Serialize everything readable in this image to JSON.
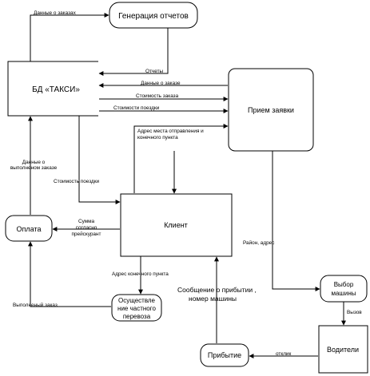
{
  "nodes": {
    "report_generation": "Генерация отчетов",
    "taxi_db": "БД «ТАКСИ»",
    "order_intake": "Прием заявки",
    "client": "Клиент",
    "payment": "Оплата",
    "private_transport_line1": "Осуществле",
    "private_transport_line2": "ние частного",
    "private_transport_line3": "перевоза",
    "car_selection_line1": "Выбор",
    "car_selection_line2": "машины",
    "drivers": "Водители",
    "arrival": "Прибытие"
  },
  "flows": {
    "order_data_top": "Данные о заказах",
    "reports": "Отчеты",
    "order_data": "Данные о заказе",
    "order_cost": "Стоимость заказа",
    "trip_cost_1": "Стоимости поездки",
    "addresses_line1": "Адрес места отправления и",
    "addresses_line2": "конечного пункта",
    "trip_cost_2": "Стоимость поездки",
    "completed_order_data_line1": "Данные о",
    "completed_order_data_line2": "выполненом заказе",
    "sum_line1": "Сумма",
    "sum_line2": "согласно",
    "sum_line3": "прейскурант",
    "destination_address": "Адрес конечного пункта",
    "completed_order": "Выполненый заказ",
    "district_address": "Район, адрес",
    "arrival_message_line1": "Сообщение о прибытии ,",
    "arrival_message_line2": "номер машины",
    "call": "Вызов",
    "response": "отклик"
  }
}
